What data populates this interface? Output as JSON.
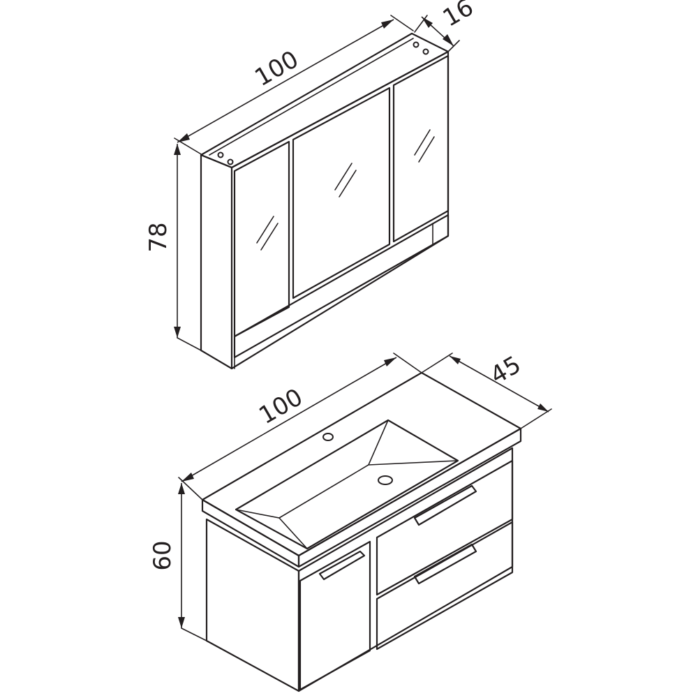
{
  "dimensions": {
    "mirror_cabinet": {
      "width": "100",
      "depth": "16",
      "height": "78"
    },
    "vanity_unit": {
      "width": "100",
      "depth": "45",
      "height": "60"
    }
  }
}
